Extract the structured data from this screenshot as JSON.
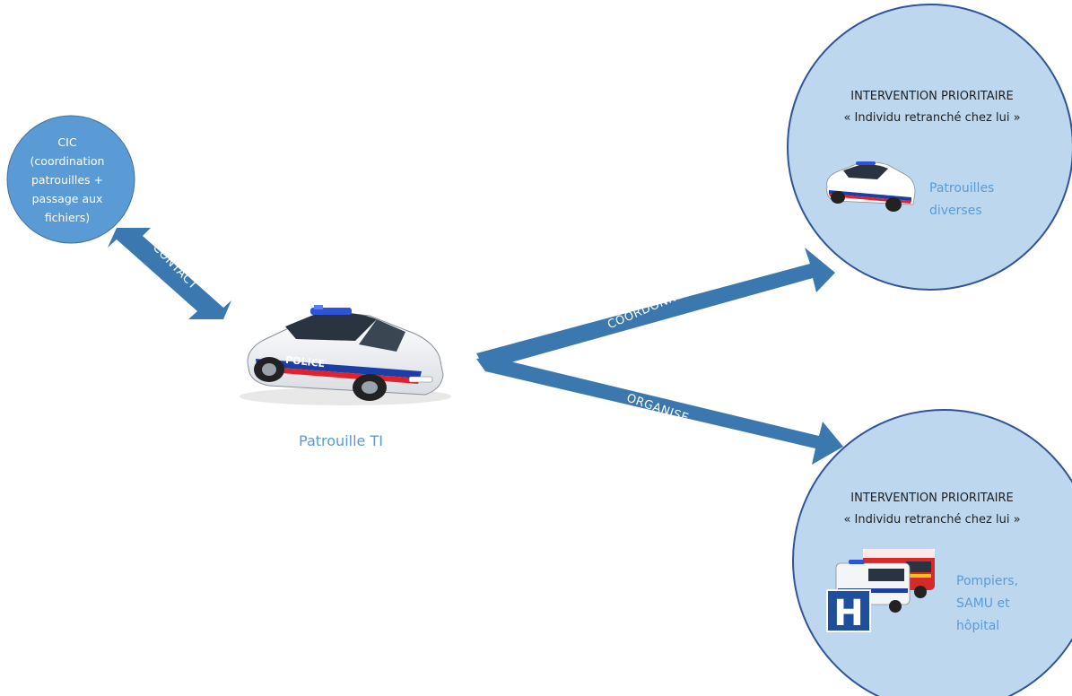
{
  "nodes": {
    "cic": {
      "label": "CIC\n(coordination\npatrouilles +\npassage aux\nfichiers)"
    },
    "patrol_center": {
      "label": "Patrouille TI"
    },
    "intervention_top": {
      "title_line1": "INTERVENTION PRIORITAIRE",
      "title_line2": "« Individu retranché chez lui »",
      "side_label": "Patrouilles diverses"
    },
    "intervention_bottom": {
      "title_line1": "INTERVENTION PRIORITAIRE",
      "title_line2": "« Individu retranché chez lui »",
      "side_label": "Pompiers, SAMU et hôpital",
      "hospital_sign": "H"
    }
  },
  "arrows": {
    "contact": "CONTACT",
    "coordonne": "COORDONNE",
    "organise": "ORGANISE"
  },
  "car_text": {
    "door": "POLICE"
  },
  "colors": {
    "circle_fill_light": "#bdd7ee",
    "circle_fill_dark": "#5b9bd5",
    "circle_stroke": "#2f5597",
    "arrow": "#3c78b0",
    "label_blue": "#5b9bd5",
    "hospital_blue": "#1f4e9c"
  }
}
